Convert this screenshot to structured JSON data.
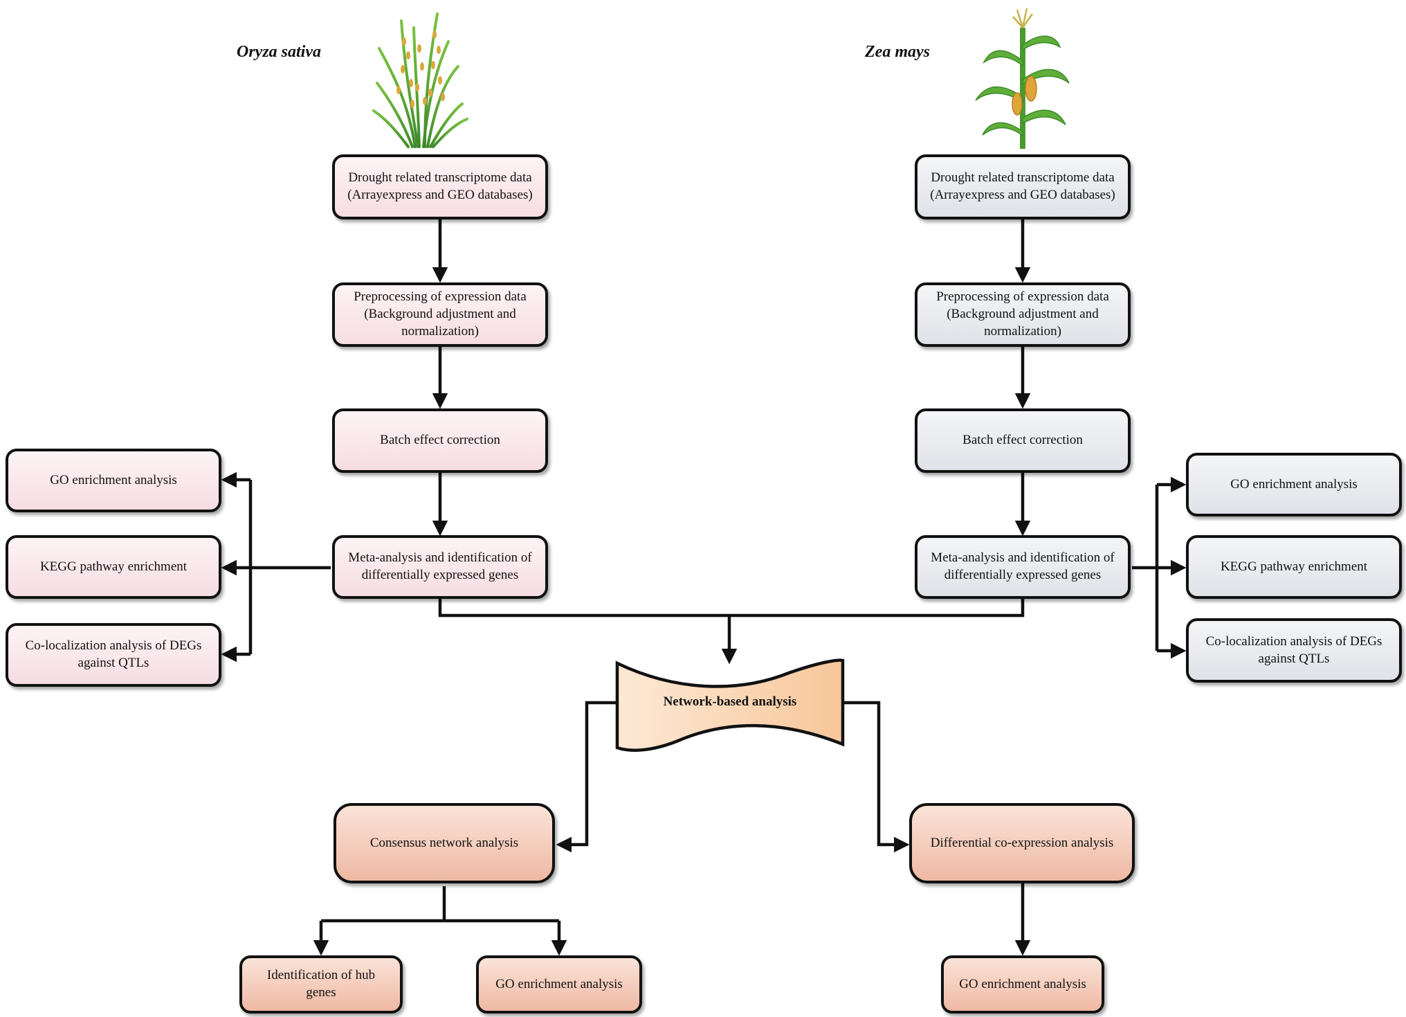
{
  "species": {
    "left": "Oryza sativa",
    "right": "Zea mays"
  },
  "left_pipeline": {
    "step1": "Drought related transcriptome data (Arrayexpress and GEO databases)",
    "step2": "Preprocessing of expression data (Background adjustment and normalization)",
    "step3": "Batch effect correction",
    "step4": "Meta-analysis and identification of differentially expressed genes"
  },
  "right_pipeline": {
    "step1": "Drought related transcriptome data (Arrayexpress and GEO databases)",
    "step2": "Preprocessing of expression data (Background adjustment and normalization)",
    "step3": "Batch effect correction",
    "step4": "Meta-analysis and identification of differentially expressed genes"
  },
  "left_outputs": {
    "go": "GO enrichment analysis",
    "kegg": "KEGG pathway enrichment",
    "coloc": "Co-localization analysis of DEGs against QTLs"
  },
  "right_outputs": {
    "go": "GO enrichment analysis",
    "kegg": "KEGG pathway enrichment",
    "coloc": "Co-localization analysis of DEGs against QTLs"
  },
  "network": {
    "title": "Network-based analysis",
    "consensus": "Consensus network analysis",
    "differential": "Differential co-expression analysis",
    "hub_genes": "Identification of hub genes",
    "consensus_go": "GO enrichment analysis",
    "differential_go": "GO enrichment analysis"
  },
  "colors": {
    "rice_box": "#f9e6eb",
    "maize_box": "#e6e8ec",
    "network_box": "#f3c9b8",
    "banner": "#fbd7b6",
    "line": "#111111"
  },
  "icons": [
    "rice-plant-icon",
    "maize-plant-icon"
  ]
}
